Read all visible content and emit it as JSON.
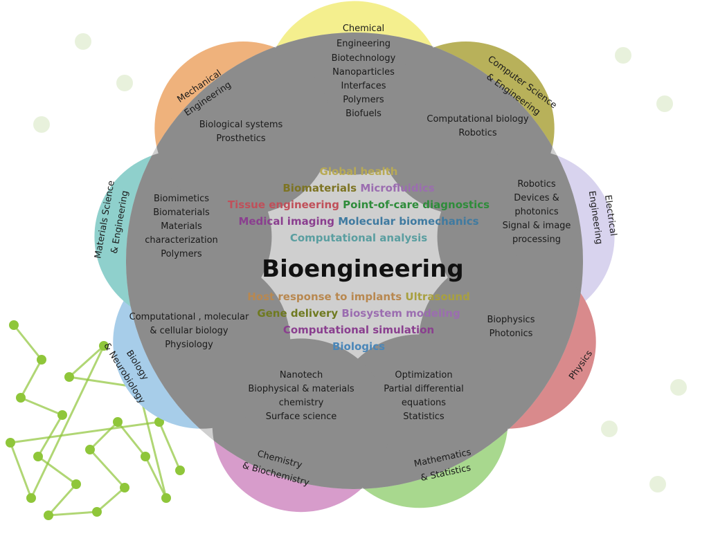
{
  "center": {
    "title": "Bioengineering",
    "terms_top": [
      [
        {
          "text": "Global health",
          "color": "#b8aa55"
        }
      ],
      [
        {
          "text": "Biomaterials",
          "color": "#7d7423"
        },
        {
          "text": "Microfluidics",
          "color": "#9b6db0"
        }
      ],
      [
        {
          "text": "Tissue engineering",
          "color": "#c0505a"
        },
        {
          "text": "Point-of-care diagnostics",
          "color": "#2e8c3a"
        }
      ],
      [
        {
          "text": "Medical imaging",
          "color": "#8a3f8f"
        },
        {
          "text": "Molecular biomechanics",
          "color": "#3f7aa0"
        }
      ],
      [
        {
          "text": "Computational analysis",
          "color": "#5a9ea0"
        }
      ]
    ],
    "terms_bottom": [
      [
        {
          "text": "Host response to implants",
          "color": "#b88850"
        },
        {
          "text": "Ultrasound",
          "color": "#a8a040"
        }
      ],
      [
        {
          "text": "Gene delivery",
          "color": "#6f7a20"
        },
        {
          "text": "Biosystem modeling",
          "color": "#9b6db0"
        }
      ],
      [
        {
          "text": "Computational simulation",
          "color": "#8a3f8f"
        }
      ],
      [
        {
          "text": "Biologics",
          "color": "#4a86b8"
        }
      ]
    ]
  },
  "petals": [
    {
      "id": "chemical-engineering",
      "title": [
        "Chemical",
        "Engineering"
      ],
      "color": "#f4ef8e",
      "topics": [
        "Biotechnology",
        "Nanoparticles",
        "Interfaces",
        "Polymers",
        "Biofuels"
      ]
    },
    {
      "id": "computer-science-engineering",
      "title": [
        "Computer Science",
        "& Engineering"
      ],
      "color": "#b8b15a",
      "topics": [
        "Computational biology",
        "Robotics"
      ]
    },
    {
      "id": "electrical-engineering",
      "title": [
        "Electrical",
        "Engineering"
      ],
      "color": "#d8d3ee",
      "topics": [
        "Robotics",
        "Devices &",
        "photonics",
        "Signal & image",
        "processing"
      ]
    },
    {
      "id": "physics",
      "title": [
        "Physics"
      ],
      "color": "#d98a8c",
      "topics": [
        "Biophysics",
        "Photonics"
      ]
    },
    {
      "id": "mathematics-statistics",
      "title": [
        "Mathematics",
        "& Statistics"
      ],
      "color": "#a8d88e",
      "topics": [
        "Optimization",
        "Partial differential",
        "equations",
        "Statistics"
      ]
    },
    {
      "id": "chemistry-biochemistry",
      "title": [
        "Chemistry",
        "& Biochemistry"
      ],
      "color": "#d79ccb",
      "topics": [
        "Nanotech",
        "Biophysical & materials",
        "chemistry",
        "Surface science"
      ]
    },
    {
      "id": "biology-neurobiology",
      "title": [
        "Biology",
        "& Neurobiology"
      ],
      "color": "#a7cde9",
      "topics": [
        "Computational , molecular",
        "& cellular biology",
        "Physiology"
      ]
    },
    {
      "id": "materials-science-engineering",
      "title": [
        "Materials Science",
        "& Engineering"
      ],
      "color": "#8fd0cc",
      "topics": [
        "Biomimetics",
        "Biomaterials",
        "Materials",
        "characterization",
        "Polymers"
      ]
    },
    {
      "id": "mechanical-engineering",
      "title": [
        "Mechanical",
        "Engineering"
      ],
      "color": "#efb27c",
      "topics": [
        "Biological systems",
        "Prosthetics"
      ]
    }
  ],
  "colors": {
    "disc": "#cfcfcf",
    "overlap": "#8c8c8c",
    "molecule": "#8fc63a"
  }
}
